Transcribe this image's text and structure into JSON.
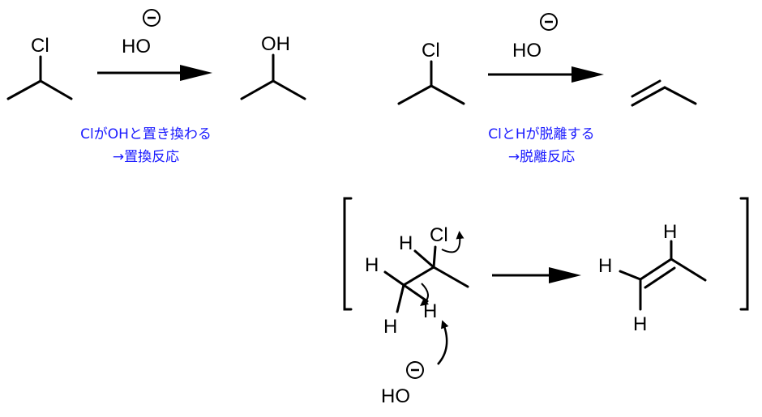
{
  "reaction1": {
    "reactant_label": "Cl",
    "reagent": "HO",
    "charge": "−",
    "product_label": "OH",
    "note_line1": "ClがOHと置き換わる",
    "note_line2": "→置換反応"
  },
  "reaction2": {
    "reactant_label": "Cl",
    "reagent": "HO",
    "charge": "−",
    "note_line1": "ClとHが脱離する",
    "note_line2": "→脱離反応"
  },
  "mechanism": {
    "atoms": [
      "H",
      "Cl",
      "H",
      "H",
      "H"
    ],
    "product_atoms": [
      "H",
      "H",
      "H"
    ],
    "base": "HO",
    "charge": "−"
  },
  "colors": {
    "note": "#1a1aff"
  }
}
